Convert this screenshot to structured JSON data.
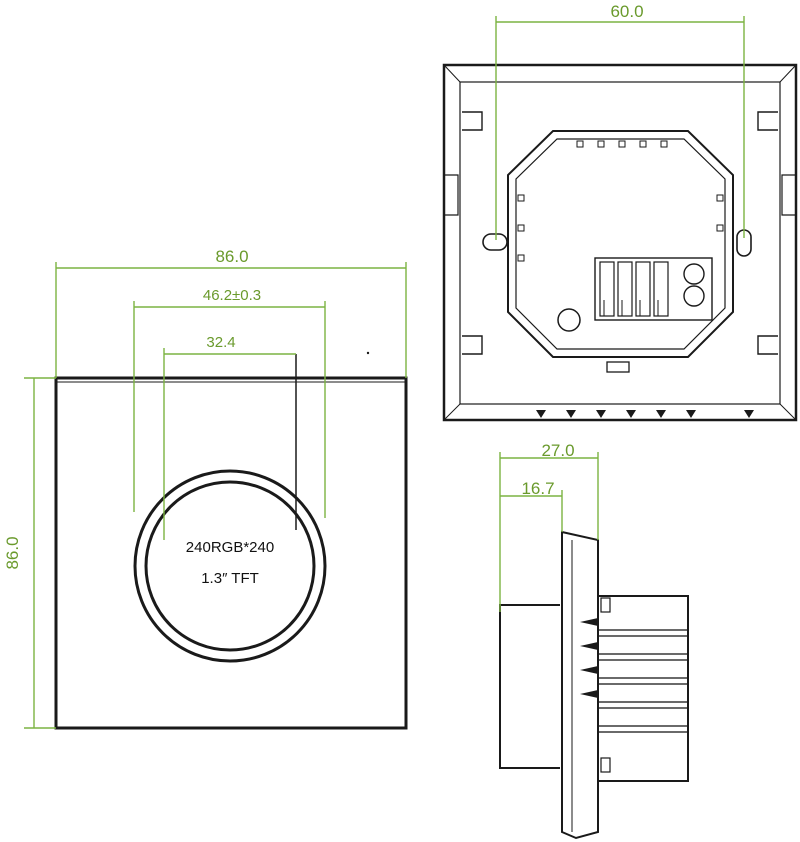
{
  "dimensions": {
    "front_width": "86.0",
    "front_height": "86.0",
    "ring_diameter": "46.2±0.3",
    "screen_width": "32.4",
    "back_hole_spacing": "60.0",
    "side_total_depth": "27.0",
    "side_body_depth": "16.7"
  },
  "screen_spec": {
    "resolution": "240RGB*240",
    "size_type": "1.3″ TFT"
  },
  "colors": {
    "dimension_lines": "#7cb342",
    "dimension_text": "#6a9a2c",
    "outline": "#1a1a1a"
  }
}
